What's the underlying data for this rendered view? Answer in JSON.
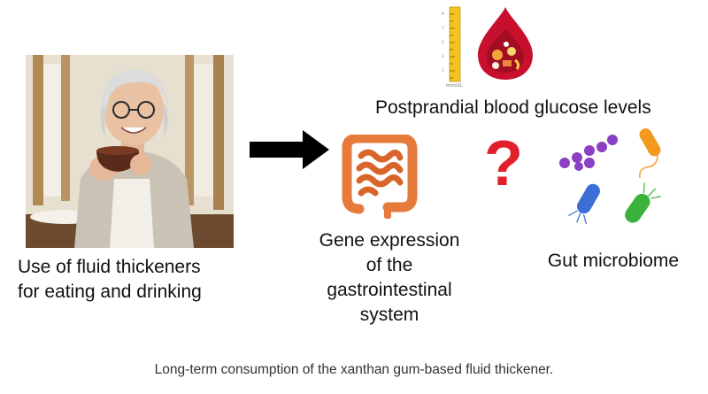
{
  "labels": {
    "fluid_thickeners": [
      "Use of fluid thickeners",
      "for eating and drinking"
    ],
    "glucose": "Postprandial blood glucose levels",
    "gene_expression": [
      "Gene expression",
      "of the",
      "gastrointestinal",
      "system"
    ],
    "gut_microbiome": "Gut microbiome",
    "question_mark": "?",
    "ruler_unit": "mmol/L"
  },
  "caption": "Long-term consumption of the xanthan gum-based fluid thickener.",
  "icons": {
    "photo": "elderly-woman-drinking-photo",
    "arrow": "right-arrow-icon",
    "ruler": "glucose-scale-icon",
    "pouch": "blood-drop-food-icon",
    "intestine": "intestine-icon",
    "question": "question-mark-icon",
    "microbes": "bacteria-icon"
  },
  "colors": {
    "arrow": "#000000",
    "ruler": "#f3c221",
    "blood": "#c8102e",
    "intestine": "#e67a3a",
    "question": "#e2202c",
    "bacteria_purple": "#8a3fc4",
    "bacteria_orange": "#f29a1e",
    "bacteria_blue": "#3b6fd6",
    "bacteria_green": "#3bb23b"
  }
}
